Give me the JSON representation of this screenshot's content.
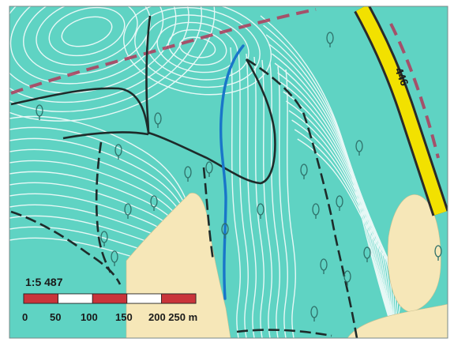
{
  "map": {
    "road_number": "446",
    "scale": {
      "ratio": "1:5 487",
      "ticks": [
        "0",
        "50",
        "100",
        "150",
        "200 250 m"
      ]
    },
    "colors": {
      "forest": "#5fd3c3",
      "contour": "#ffffff",
      "open_land": "#f6e7b8",
      "trail": "#1e2b2a",
      "stream": "#1976c9",
      "road_fill": "#f2e100",
      "road_edge": "#2a2a2a",
      "boundary": "#b03a5a",
      "scale_red": "#c9343a"
    },
    "icons": [
      "conifer-tree-icon"
    ]
  }
}
